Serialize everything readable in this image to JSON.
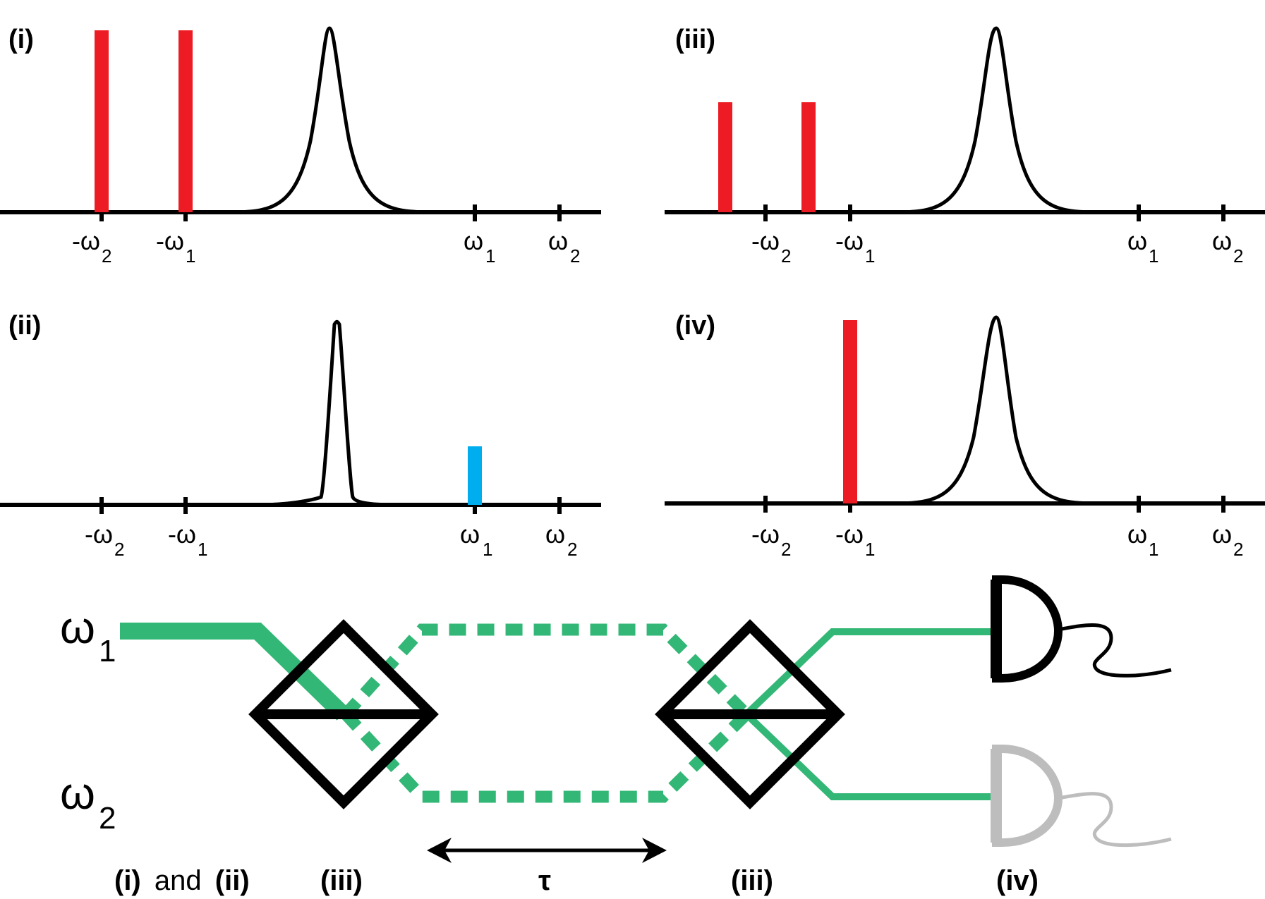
{
  "panels": [
    {
      "label": "(i)",
      "tick_labels": [
        {
          "main": "-ω",
          "sub": "2"
        },
        {
          "main": "-ω",
          "sub": "1"
        },
        {
          "main": "ω",
          "sub": "1"
        },
        {
          "main": "ω",
          "sub": "2"
        }
      ],
      "bars": [
        {
          "position": "-ω2",
          "height_fraction": 1.0,
          "color": "#ed1c24"
        },
        {
          "position": "-ω1",
          "height_fraction": 1.0,
          "color": "#ed1c24"
        }
      ]
    },
    {
      "label": "(ii)",
      "tick_labels": [
        {
          "main": "-ω",
          "sub": "2"
        },
        {
          "main": "-ω",
          "sub": "1"
        },
        {
          "main": "ω",
          "sub": "1"
        },
        {
          "main": "ω",
          "sub": "2"
        }
      ],
      "bars": [
        {
          "position": "ω1",
          "height_fraction": 0.32,
          "color": "#00aeef"
        }
      ]
    },
    {
      "label": "(iii)",
      "tick_labels": [
        {
          "main": "-ω",
          "sub": "2"
        },
        {
          "main": "-ω",
          "sub": "1"
        },
        {
          "main": "ω",
          "sub": "1"
        },
        {
          "main": "ω",
          "sub": "2"
        }
      ],
      "bars": [
        {
          "position": "left of -ω2",
          "height_fraction": 0.6,
          "color": "#ed1c24"
        },
        {
          "position": "left of -ω1",
          "height_fraction": 0.6,
          "color": "#ed1c24"
        }
      ]
    },
    {
      "label": "(iv)",
      "tick_labels": [
        {
          "main": "-ω",
          "sub": "2"
        },
        {
          "main": "-ω",
          "sub": "1"
        },
        {
          "main": "ω",
          "sub": "1"
        },
        {
          "main": "ω",
          "sub": "2"
        }
      ],
      "bars": [
        {
          "position": "-ω1",
          "height_fraction": 0.98,
          "color": "#ed1c24"
        }
      ]
    }
  ],
  "interferometer": {
    "input_top": {
      "main": "ω",
      "sub": "1"
    },
    "input_bottom": {
      "main": "ω",
      "sub": "2"
    },
    "stage_label_first": {
      "a": "(i)",
      "and": "and",
      "b": "(ii)"
    },
    "stage_label_bs1": "(iii)",
    "stage_label_bs2": "(iii)",
    "stage_label_detectors": "(iv)",
    "delay_label": "τ",
    "beam_color": "#32b776",
    "detector_colors": [
      "#000000",
      "#bdbdbd"
    ]
  }
}
